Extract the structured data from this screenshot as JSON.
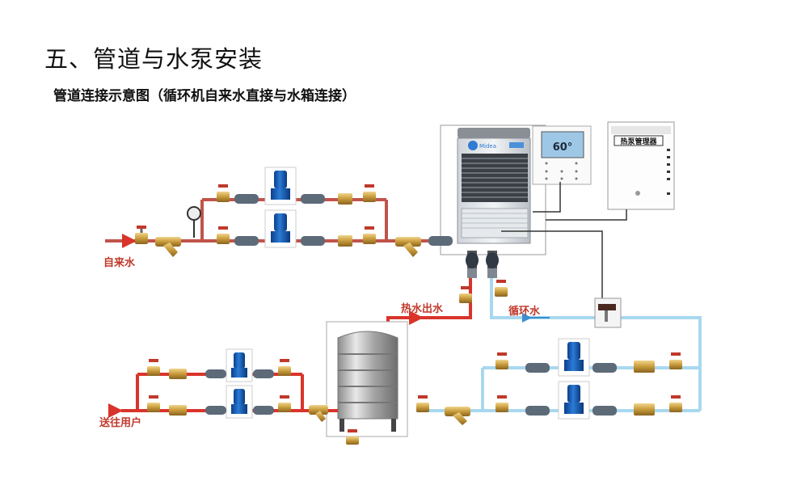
{
  "title": "五、管道与水泵安装",
  "subtitle": "管道连接示意图（循环机自来水直接与水箱连接）",
  "labels": {
    "tap_water": "自来水",
    "hot_water_out": "热水出水",
    "circulation": "循环水",
    "to_user": "送往用户"
  },
  "equipment": {
    "unit_brand": "Midea",
    "controller_display": "60°",
    "cabinet_text": "热泵管理器"
  },
  "colors": {
    "hot_pipe": "#c0392b",
    "hot_pipe_light": "#d9534f",
    "cold_pipe": "#a8d8ef",
    "cold_pipe_dark": "#6aa9d6",
    "wire": "#333333"
  }
}
